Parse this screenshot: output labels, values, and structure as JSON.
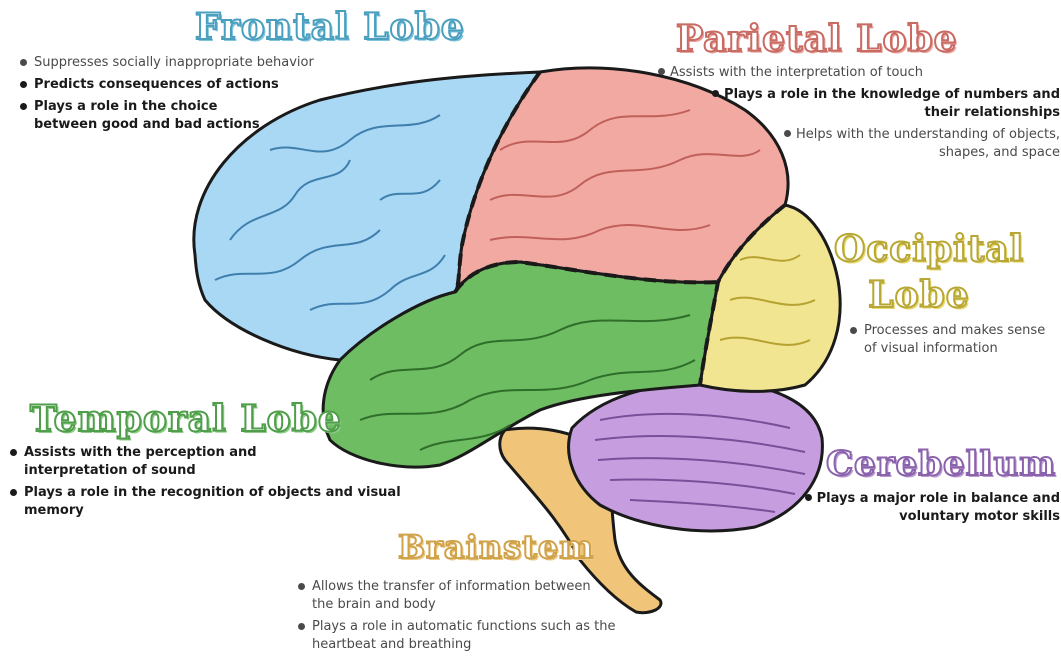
{
  "lobes": {
    "frontal": {
      "title": "Frontal Lobe",
      "color": "#a9d8f5",
      "bullets": [
        "Suppresses socially inappropriate behavior",
        "Predicts consequences of actions",
        "Plays a role in the choice between good and bad actions"
      ]
    },
    "parietal": {
      "title": "Parietal Lobe",
      "color": "#f1a9a2",
      "bullets": [
        "Assists with the interpretation of touch",
        "Plays a role in the knowledge of numbers and their relationships",
        "Helps with the understanding of objects, shapes, and space"
      ]
    },
    "occipital": {
      "title": "Occipital Lobe",
      "color": "#f2e592",
      "bullets": [
        "Processes and makes sense of visual information"
      ]
    },
    "temporal": {
      "title": "Temporal Lobe",
      "color": "#6ebd62",
      "bullets": [
        "Assists with the perception and interpretation of sound",
        "Plays a role in the recognition of objects and visual memory"
      ]
    },
    "cerebellum": {
      "title": "Cerebellum",
      "color": "#c69ee0",
      "bullets": [
        "Plays a major role in balance and voluntary motor skills"
      ]
    },
    "brainstem": {
      "title": "Brainstem",
      "color": "#f0c57a",
      "bullets": [
        "Allows the transfer of information between the brain and body",
        "Plays a role in automatic functions such as the heartbeat and breathing"
      ]
    }
  }
}
